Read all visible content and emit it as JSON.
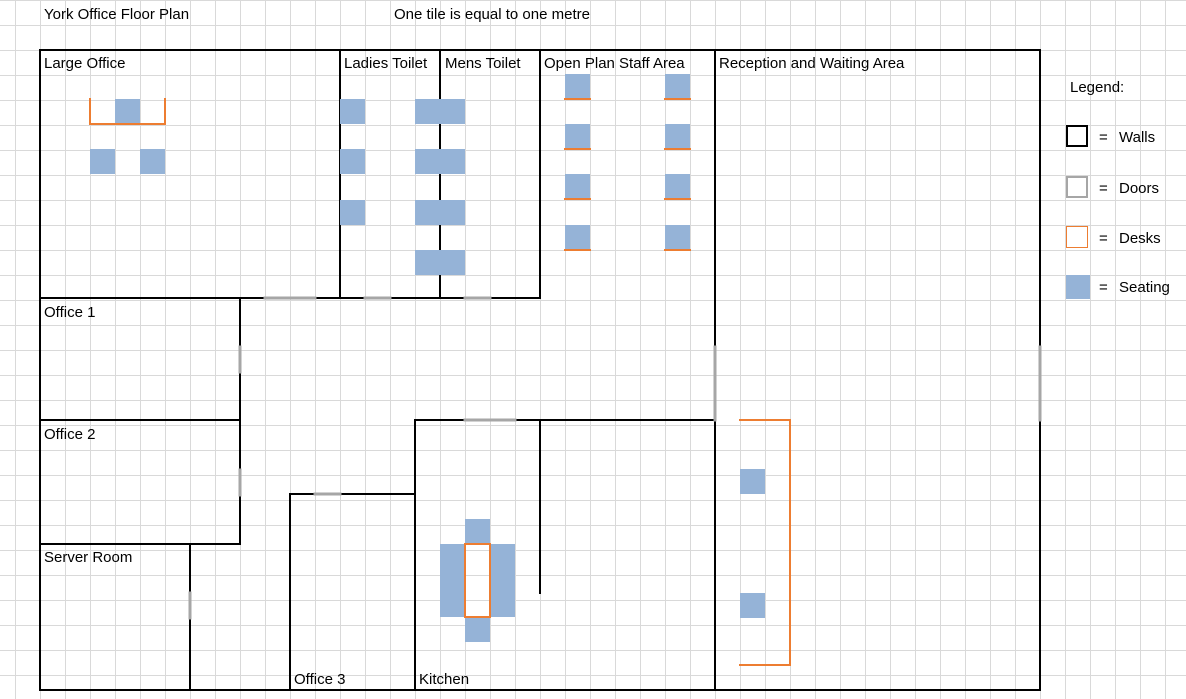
{
  "title": "York Office Floor Plan",
  "scale_note": "One tile is equal to one metre",
  "rooms": {
    "large_office": "Large Office",
    "ladies_toilet": "Ladies Toilet",
    "mens_toilet": "Mens Toilet",
    "open_plan": "Open Plan Staff Area",
    "reception": "Reception and Waiting Area",
    "office1": "Office 1",
    "office2": "Office 2",
    "server_room": "Server Room",
    "office3": "Office 3",
    "kitchen": "Kitchen"
  },
  "legend": {
    "title": "Legend:",
    "items": [
      {
        "symbol": "=",
        "label": "Walls",
        "color": "#000000"
      },
      {
        "symbol": "=",
        "label": "Doors",
        "color": "#a6a6a6"
      },
      {
        "symbol": "=",
        "label": "Desks",
        "color": "#ed7d31"
      },
      {
        "symbol": "=",
        "label": "Seating",
        "color": "#95b3d7"
      }
    ]
  }
}
